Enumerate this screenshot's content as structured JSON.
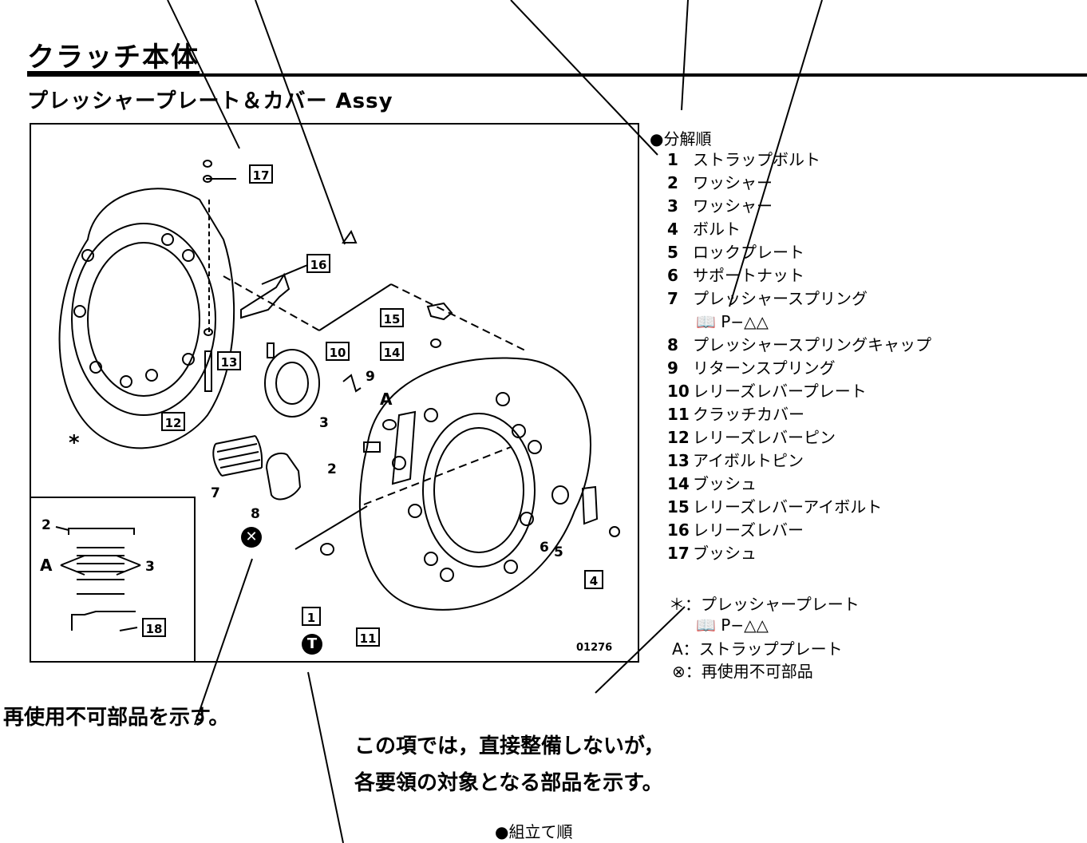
{
  "header": {
    "section_title": "クラッチ本体",
    "sub_title": "プレッシャープレート＆カバー Assy"
  },
  "figure": {
    "figure_id": "01276",
    "parts_marker_star": "*",
    "label_a": "A",
    "label_a_inset": "A",
    "numbers": {
      "n2": "2",
      "n3": "3",
      "n5": "5",
      "n6": "6",
      "n7": "7",
      "n8": "8",
      "n9": "9",
      "inset2": "2",
      "inset3": "3"
    },
    "boxes": {
      "b1": "1",
      "b4": "4",
      "b10": "10",
      "b11": "11",
      "b12": "12",
      "b13": "13",
      "b14": "14",
      "b15": "15",
      "b16": "16",
      "b17": "17",
      "b18": "18"
    },
    "symbols": {
      "non_reusable": "✕",
      "torque": "T"
    }
  },
  "disassembly": {
    "heading": "●分解順",
    "items": [
      {
        "no": "1",
        "name": "ストラップボルト"
      },
      {
        "no": "2",
        "name": "ワッシャー"
      },
      {
        "no": "3",
        "name": "ワッシャー"
      },
      {
        "no": "4",
        "name": "ボルト"
      },
      {
        "no": "5",
        "name": "ロックプレート"
      },
      {
        "no": "6",
        "name": "サポートナット"
      },
      {
        "no": "7",
        "name": "プレッシャースプリング"
      },
      {
        "no": "",
        "name": "📖 P−△△"
      },
      {
        "no": "8",
        "name": "プレッシャースプリングキャップ"
      },
      {
        "no": "9",
        "name": "リターンスプリング"
      },
      {
        "no": "10",
        "name": "レリーズレバープレート"
      },
      {
        "no": "11",
        "name": "クラッチカバー"
      },
      {
        "no": "12",
        "name": "レリーズレバーピン"
      },
      {
        "no": "13",
        "name": "アイボルトピン"
      },
      {
        "no": "14",
        "name": "ブッシュ"
      },
      {
        "no": "15",
        "name": "レリーズレバーアイボルト"
      },
      {
        "no": "16",
        "name": "レリーズレバー"
      },
      {
        "no": "17",
        "name": "ブッシュ"
      }
    ]
  },
  "legend": {
    "star": "＊：プレッシャープレート",
    "star_ref": "📖 P−△△",
    "a": "A：ストラッププレート",
    "x": "⊗：再使用不可部品"
  },
  "callouts": {
    "non_reusable": "再使用不可部品を示す。",
    "reference_line1": "この項では，直接整備しないが，",
    "reference_line2": "各要領の対象となる部品を示す。",
    "assembly": "●組立て順"
  }
}
